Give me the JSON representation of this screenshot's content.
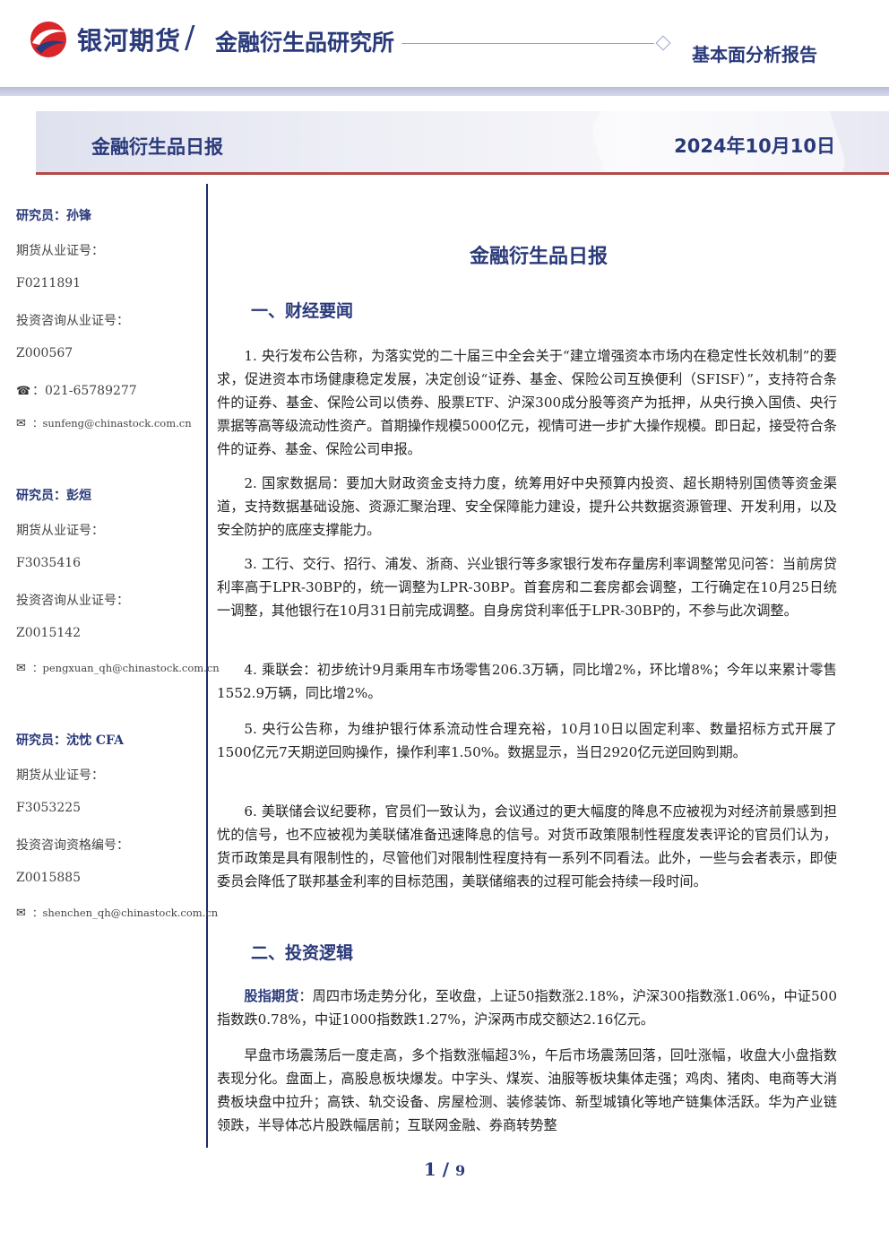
{
  "header": {
    "brand": "银河期货",
    "slash": "/",
    "institute": "金融衍生品研究所",
    "report_type": "基本面分析报告",
    "colors": {
      "brand_blue": "#2a3a7a",
      "logo_red": "#d8262b",
      "rule_red": "#b24a4a"
    }
  },
  "banner": {
    "title": "金融衍生品日报",
    "date": "2024年10月10日"
  },
  "sidebar": {
    "researchers": [
      {
        "name_label": "研究员：孙锋",
        "futures_cert_label": "期货从业证号：",
        "futures_cert": "F0211891",
        "advisory_cert_label": "投资咨询从业证号：",
        "advisory_cert": "Z000567",
        "phone_icon": "phone-icon",
        "phone": "：021-65789277",
        "email_icon": "mail-icon",
        "email": "：sunfeng@chinastock.com.cn"
      },
      {
        "name_label": "研究员：彭烜",
        "futures_cert_label": "期货从业证号：",
        "futures_cert": "F3035416",
        "advisory_cert_label": "投资咨询从业证号：",
        "advisory_cert": "Z0015142",
        "email_icon": "mail-icon",
        "email": "：pengxuan_qh@chinastock.com.cn"
      },
      {
        "name_label": "研究员：沈忱  CFA",
        "futures_cert_label": "期货从业证号：",
        "futures_cert": "F3053225",
        "advisory_cert_label": "投资咨询资格编号：",
        "advisory_cert": "Z0015885",
        "email_icon": "mail-icon",
        "email": "：shenchen_qh@chinastock.com.cn"
      }
    ]
  },
  "main": {
    "title": "金融衍生品日报",
    "section1_heading": "一、财经要闻",
    "news": [
      "1. 央行发布公告称，为落实党的二十届三中全会关于“建立增强资本市场内在稳定性长效机制”的要求，促进资本市场健康稳定发展，决定创设“证券、基金、保险公司互换便利（SFISF）”，支持符合条件的证券、基金、保险公司以债券、股票ETF、沪深300成分股等资产为抵押，从央行换入国债、央行票据等高等级流动性资产。首期操作规模5000亿元，视情可进一步扩大操作规模。即日起，接受符合条件的证券、基金、保险公司申报。",
      "2. 国家数据局：要加大财政资金支持力度，统筹用好中央预算内投资、超长期特别国债等资金渠道，支持数据基础设施、资源汇聚治理、安全保障能力建设，提升公共数据资源管理、开发利用，以及安全防护的底座支撑能力。",
      "3. 工行、交行、招行、浦发、浙商、兴业银行等多家银行发布存量房利率调整常见问答：当前房贷利率高于LPR-30BP的，统一调整为LPR-30BP。首套房和二套房都会调整，工行确定在10月25日统一调整，其他银行在10月31日前完成调整。自身房贷利率低于LPR-30BP的，不参与此次调整。",
      "4. 乘联会：初步统计9月乘用车市场零售206.3万辆，同比增2%，环比增8%；今年以来累计零售1552.9万辆，同比增2%。",
      "5. 央行公告称，为维护银行体系流动性合理充裕，10月10日以固定利率、数量招标方式开展了1500亿元7天期逆回购操作，操作利率1.50%。数据显示，当日2920亿元逆回购到期。",
      "6. 美联储会议纪要称，官员们一致认为，会议通过的更大幅度的降息不应被视为对经济前景感到担忧的信号，也不应被视为美联储准备迅速降息的信号。对货币政策限制性程度发表评论的官员们认为，货币政策是具有限制性的，尽管他们对限制性程度持有一系列不同看法。此外，一些与会者表示，即使委员会降低了联邦基金利率的目标范围，美联储缩表的过程可能会持续一段时间。"
    ],
    "section2_heading": "二、投资逻辑",
    "logic_lead": "股指期货",
    "logic_p1": "：周四市场走势分化，至收盘，上证50指数涨2.18%，沪深300指数涨1.06%，中证500指数跌0.78%，中证1000指数跌1.27%，沪深两市成交额达2.16亿元。",
    "logic_p2": "早盘市场震荡后一度走高，多个指数涨幅超3%，午后市场震荡回落，回吐涨幅，收盘大小盘指数表现分化。盘面上，高股息板块爆发。中字头、煤炭、油服等板块集体走强；鸡肉、猪肉、电商等大消费板块盘中拉升；高铁、轨交设备、房屋检测、装修装饰、新型城镇化等地产链集体活跃。华为产业链领跌，半导体芯片股跌幅居前；互联网金融、券商转势整"
  },
  "footer": {
    "page_current": "1",
    "page_sep": "/",
    "page_total": "9"
  }
}
